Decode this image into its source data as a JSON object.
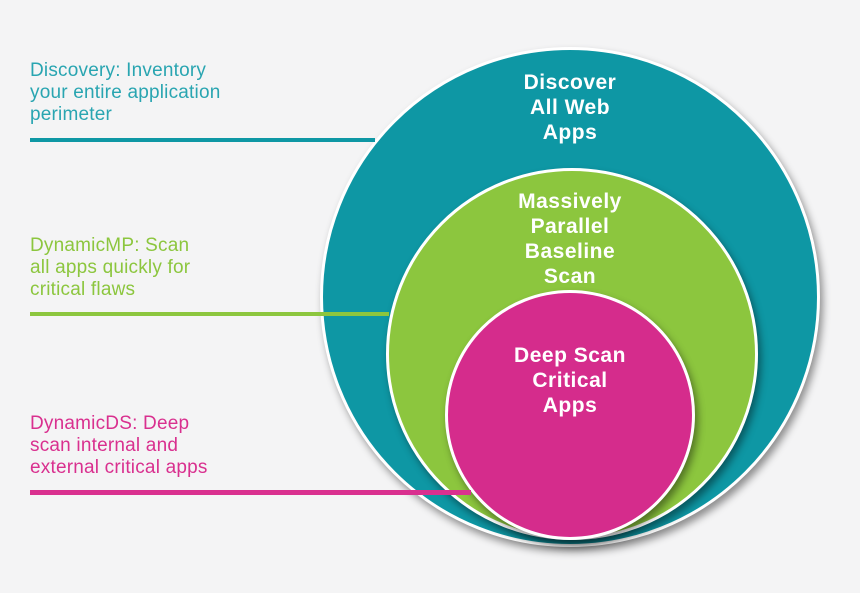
{
  "background": "#f4f4f5",
  "diagram": {
    "type": "nested-circles",
    "circles": [
      {
        "name": "outer",
        "label": "Discover\nAll Web\nApps",
        "fill": "#0e97a4",
        "border_color": "#ffffff",
        "text_color": "#ffffff"
      },
      {
        "name": "middle",
        "label": "Massively\nParallel\nBaseline\nScan",
        "fill": "#8cc63e",
        "border_color": "#ffffff",
        "text_color": "#ffffff"
      },
      {
        "name": "inner",
        "label": "Deep Scan\nCritical\nApps",
        "fill": "#d52c8c",
        "border_color": "#ffffff",
        "text_color": "#ffffff"
      }
    ],
    "annotations": [
      {
        "text": "Discovery: Inventory\nyour entire application\nperimeter",
        "text_color": "#29a5b1",
        "rule_color": "#0e97a4"
      },
      {
        "text": "DynamicMP: Scan\nall apps quickly for\ncritical flaws",
        "text_color": "#8cc63e",
        "rule_color": "#8cc63e"
      },
      {
        "text": "DynamicDS: Deep\nscan internal and\nexternal critical apps",
        "text_color": "#d9308f",
        "rule_color": "#d9308f"
      }
    ]
  }
}
